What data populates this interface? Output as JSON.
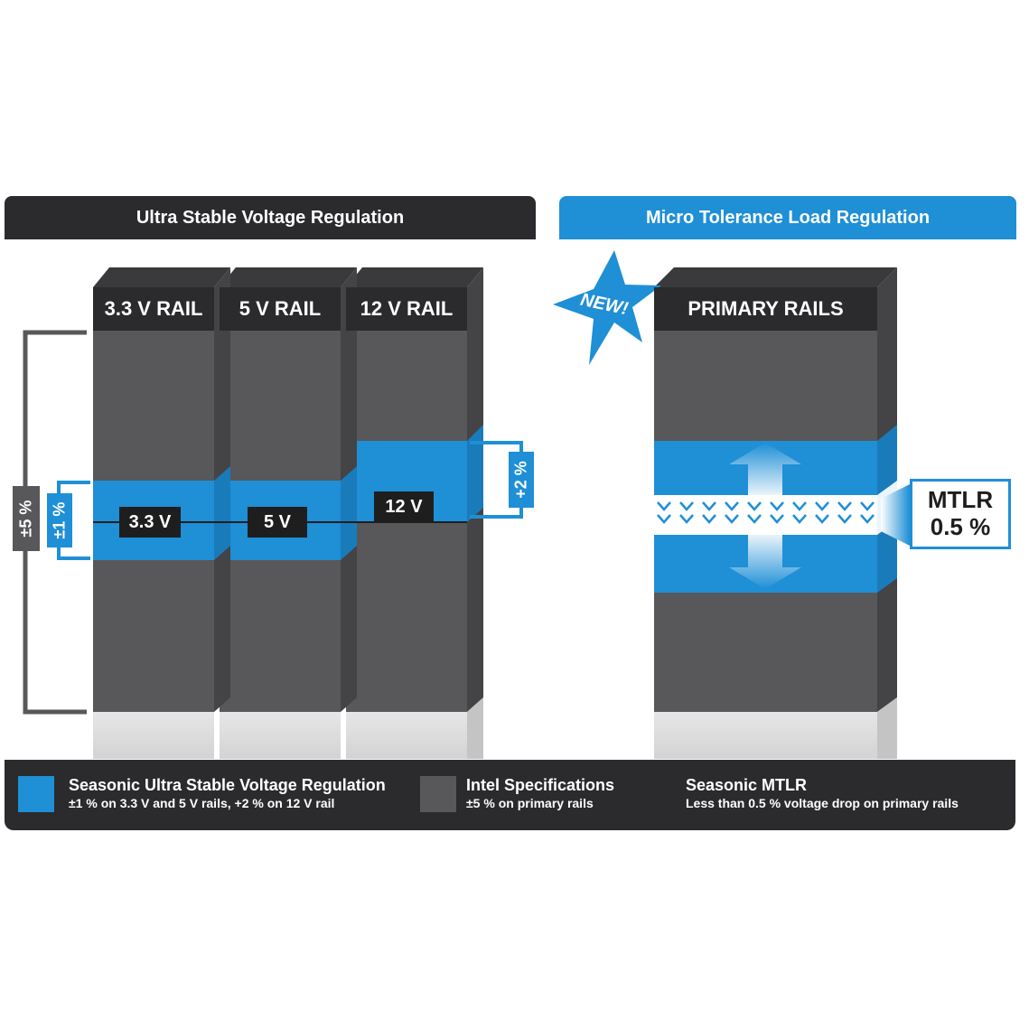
{
  "headers": {
    "left": "Ultra Stable Voltage Regulation",
    "right": "Micro Tolerance Load Regulation"
  },
  "rails": [
    {
      "name": "3.3 V RAIL",
      "voltage": "3.3 V"
    },
    {
      "name": "5 V RAIL",
      "voltage": "5 V"
    },
    {
      "name": "12 V RAIL",
      "voltage": "12 V"
    }
  ],
  "tolerances": {
    "intel": "±5 %",
    "low_rails": "±1 %",
    "twelve_volt": "+2 %"
  },
  "primary": {
    "name": "PRIMARY RAILS",
    "badge": "NEW!",
    "mtlr_name": "MTLR",
    "mtlr_value": "0.5 %"
  },
  "legend": [
    {
      "title": "Seasonic Ultra Stable Voltage Regulation",
      "subtitle": "±1 % on 3.3 V and 5 V rails, +2 % on 12 V rail",
      "color": "#1f8fd6"
    },
    {
      "title": "Intel Specifications",
      "subtitle": "±5 % on primary rails",
      "color": "#58575a"
    },
    {
      "title": "Seasonic MTLR",
      "subtitle": "Less than 0.5 % voltage drop on primary rails",
      "icon": "mtlr-chevron-icon"
    }
  ],
  "colors": {
    "accent_blue": "#1f8fd6",
    "bar_gray": "#58575a",
    "dark": "#2b2a2c"
  }
}
